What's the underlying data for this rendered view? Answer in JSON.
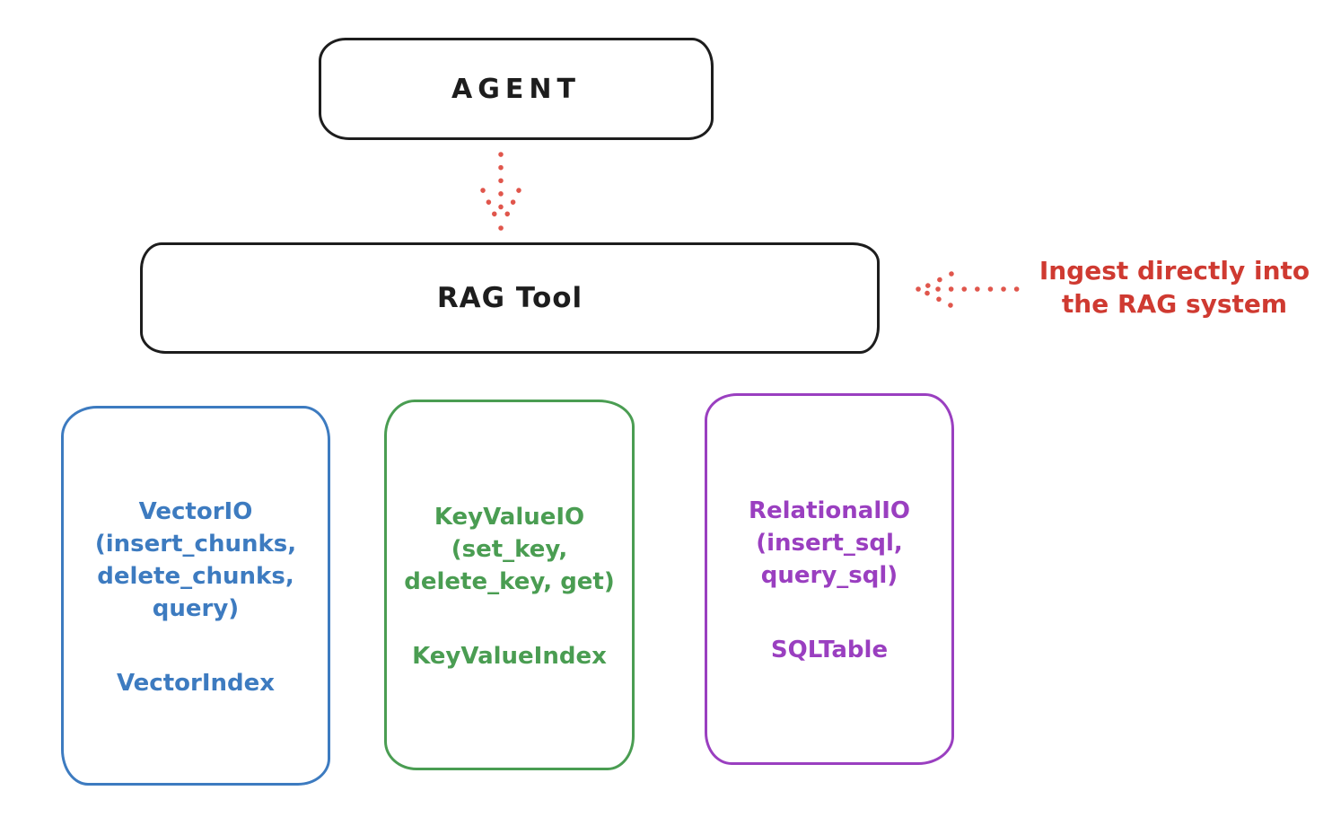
{
  "diagram": {
    "background": "#ffffff",
    "stroke_color": "#1d1d1d"
  },
  "nodes": {
    "agent": {
      "label": "AGENT",
      "color": "#1d1d1d"
    },
    "rag_tool": {
      "label": "RAG Tool",
      "color": "#1d1d1d"
    },
    "storage": [
      {
        "id": "vector-io",
        "color": "#3d7bc0",
        "lines": [
          "VectorIO",
          "(insert_chunks,",
          "delete_chunks,",
          "query)"
        ],
        "index_label": "VectorIndex"
      },
      {
        "id": "keyvalue-io",
        "color": "#4a9d52",
        "lines": [
          "KeyValueIO",
          "(set_key,",
          "delete_key, get)"
        ],
        "index_label": "KeyValueIndex"
      },
      {
        "id": "relational-io",
        "color": "#9a3fc0",
        "lines": [
          "RelationalIO",
          "(insert_sql,",
          "query_sql)"
        ],
        "index_label": "SQLTable"
      }
    ]
  },
  "annotation": {
    "lines": [
      "Ingest directly into",
      "the RAG system"
    ],
    "color": "#cf3a31"
  },
  "arrows": {
    "color": "#e0564c",
    "agent_to_rag": {
      "style": "dotted",
      "direction": "down"
    },
    "ingest_to_rag": {
      "style": "dotted",
      "direction": "left"
    }
  }
}
